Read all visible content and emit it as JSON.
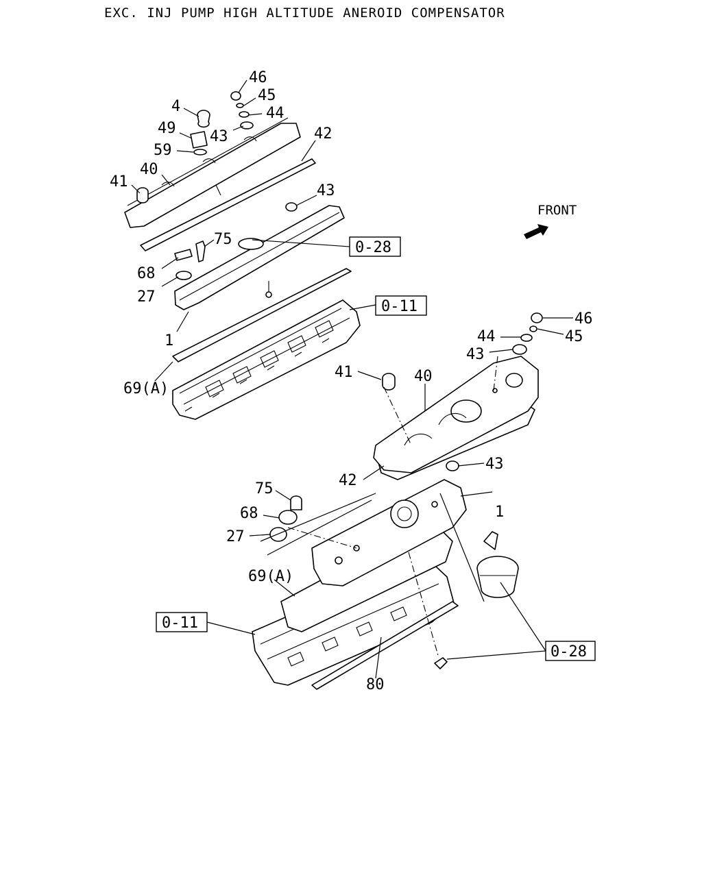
{
  "title": "EXC.  INJ PUMP HIGH ALTITUDE ANEROID COMPENSATOR",
  "front_label": "FRONT",
  "upper_view": {
    "labels": {
      "p46": "46",
      "p45": "45",
      "p44": "44",
      "p4": "4",
      "p49": "49",
      "p43a": "43",
      "p42": "42",
      "p59": "59",
      "p40": "40",
      "p41": "41",
      "p43b": "43",
      "p75": "75",
      "p68": "68",
      "p27": "27",
      "p1": "1",
      "p69a": "69(A)"
    },
    "refs": {
      "r028": "0-28",
      "r011": "0-11"
    }
  },
  "lower_view": {
    "labels": {
      "p46": "46",
      "p44": "44",
      "p45": "45",
      "p43a": "43",
      "p41": "41",
      "p40": "40",
      "p43b": "43",
      "p42": "42",
      "p75": "75",
      "p1": "1",
      "p68": "68",
      "p27": "27",
      "p69a": "69(A)",
      "p80": "80"
    },
    "refs": {
      "r011": "0-11",
      "r028": "0-28"
    }
  }
}
